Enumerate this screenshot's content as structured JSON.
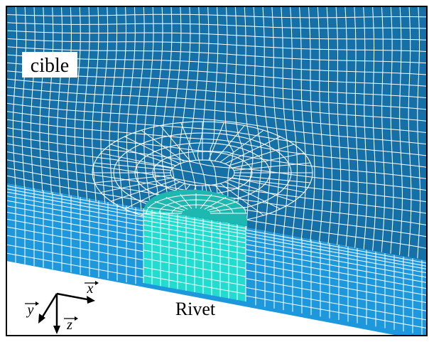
{
  "labels": {
    "target": "cible",
    "rivet": "Rivet"
  },
  "axes": {
    "x": "x",
    "y": "y",
    "z": "z"
  },
  "colors": {
    "top_face": "#1670a8",
    "side_face": "#1e98dc",
    "rivet_face": "#22dcd0",
    "rivet_head": "#1fb8b0",
    "mesh_line": "#ffffff",
    "frame": "#000000",
    "arrow": "#000000"
  }
}
